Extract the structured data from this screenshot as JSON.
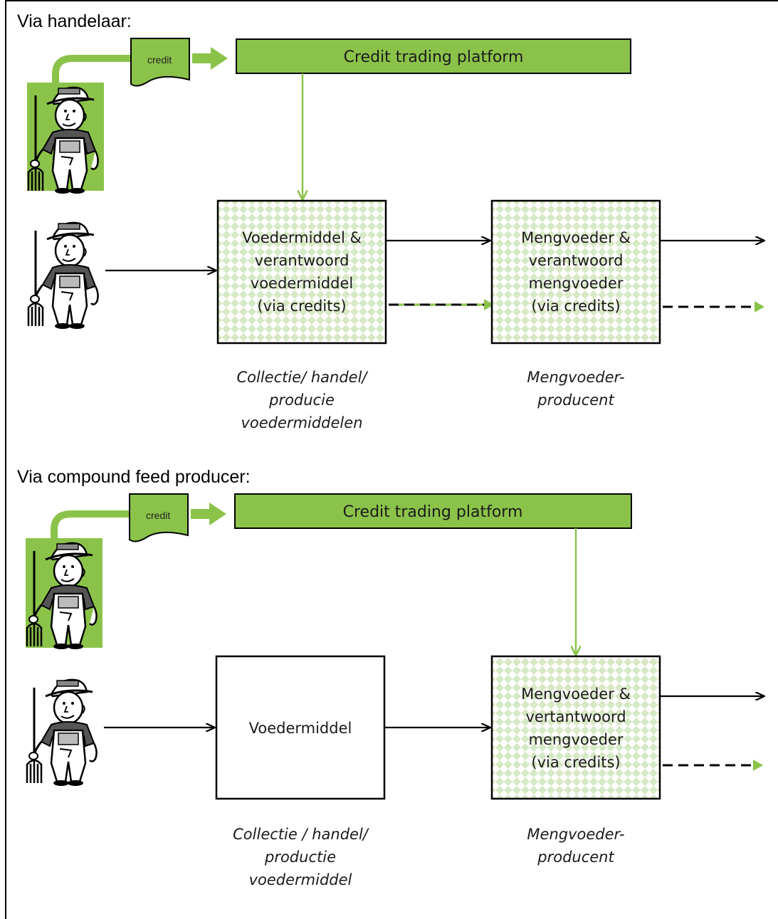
{
  "colors": {
    "green": "#8bc34a",
    "green_dark": "#6fa84a",
    "check_light": "#d7e8c4",
    "black": "#000000"
  },
  "sections": [
    {
      "heading": "Via handelaar:",
      "credit_doc": "credit",
      "platform": "Credit trading platform",
      "box1_lines": [
        "Voedermiddel &",
        "verantwoord",
        "voedermiddel",
        "(via credits)"
      ],
      "box2_lines": [
        "Mengvoeder &",
        "verantwoord",
        "mengvoeder",
        "(via credits)"
      ],
      "caption1_lines": [
        "Collectie/ handel/",
        "producie",
        "voedermiddelen"
      ],
      "caption2_lines": [
        "Mengvoeder-",
        "producent"
      ]
    },
    {
      "heading": "Via compound feed producer:",
      "credit_doc": "credit",
      "platform": "Credit trading platform",
      "box1_lines": [
        "Voedermiddel"
      ],
      "box2_lines": [
        "Mengvoeder &",
        "vertantwoord",
        "mengvoeder",
        "(via credits)"
      ],
      "caption1_lines": [
        "Collectie / handel/",
        "productie",
        "voedermiddel"
      ],
      "caption2_lines": [
        "Mengvoeder-",
        "producent"
      ]
    }
  ]
}
